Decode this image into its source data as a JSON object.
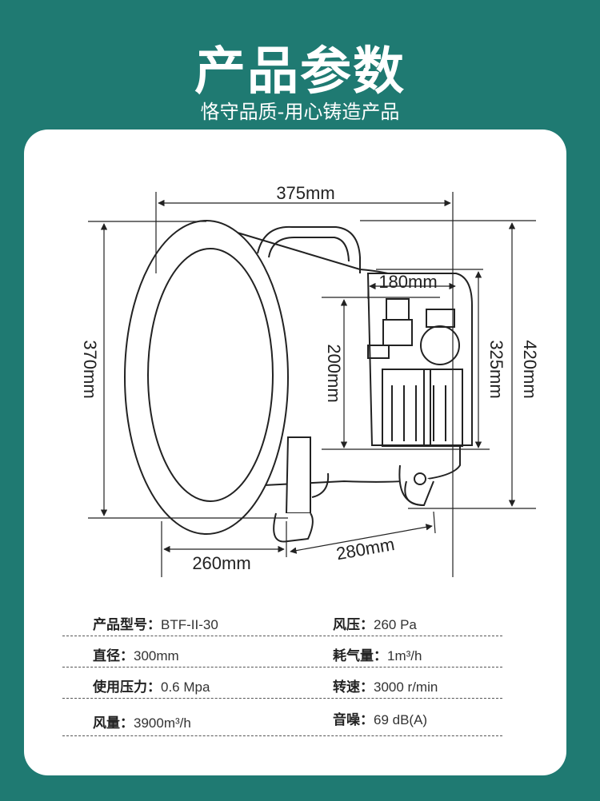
{
  "header": {
    "title": "产品参数",
    "subtitle": "恪守品质-用心铸造产品"
  },
  "dimensions": {
    "width_top": "375mm",
    "inner_width": "180mm",
    "height_left": "370mm",
    "height_inner": "200mm",
    "height_mid": "325mm",
    "height_right": "420mm",
    "base_left": "260mm",
    "base_right": "280mm"
  },
  "specs": [
    {
      "left_label": "产品型号：",
      "left_value": "BTF-II-30",
      "right_label": "风压：",
      "right_value": "260 Pa"
    },
    {
      "left_label": "直径：",
      "left_value": "300mm",
      "right_label": "耗气量：",
      "right_value": "1m³/h"
    },
    {
      "left_label": "使用压力：",
      "left_value": "0.6 Mpa",
      "right_label": "转速：",
      "right_value": "3000 r/min"
    },
    {
      "left_label": "风量：",
      "left_value": "3900m³/h",
      "right_label": "音噪：",
      "right_value": "69 dB(A)"
    }
  ]
}
